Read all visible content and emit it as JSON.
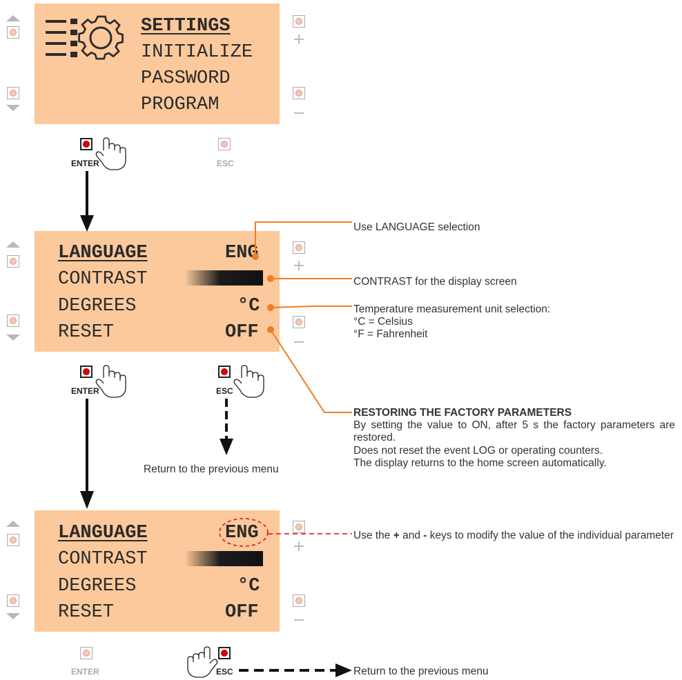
{
  "screen1": {
    "menu": [
      "SETTINGS",
      "INITIALIZE",
      "PASSWORD",
      "PROGRAM"
    ],
    "selected": "SETTINGS",
    "icon": "settings-gear-icon"
  },
  "screen2": {
    "rows": [
      {
        "label": "LANGUAGE",
        "value": "ENG"
      },
      {
        "label": "CONTRAST",
        "value": ""
      },
      {
        "label": "DEGREES",
        "value": "°C"
      },
      {
        "label": "RESET",
        "value": "OFF"
      }
    ]
  },
  "screen3": {
    "rows": [
      {
        "label": "LANGUAGE",
        "value": "ENG"
      },
      {
        "label": "CONTRAST",
        "value": ""
      },
      {
        "label": "DEGREES",
        "value": "°C"
      },
      {
        "label": "RESET",
        "value": "OFF"
      }
    ]
  },
  "keys": {
    "enter": "ENTER",
    "esc": "ESC"
  },
  "notes": {
    "language": "Use LANGUAGE selection",
    "contrast": "CONTRAST for the display screen",
    "degrees_line1": "Temperature measurement unit selection:",
    "degrees_line2": "°C = Celsius",
    "degrees_line3": "°F = Fahrenheit",
    "reset_title": "RESTORING THE FACTORY PARAMETERS",
    "reset_body1": "By setting the value to ON, after 5 s the factory parameters are restored.",
    "reset_body2": "Does not reset the event LOG or operating counters.",
    "reset_body3": "The display returns to the home screen automatically.",
    "return_prev_1": "Return to the previous menu",
    "modify_pre": "Use the ",
    "modify_plus": "+",
    "modify_mid": " and ",
    "modify_minus": "-",
    "modify_post": " keys to modify the value of the individual parameter",
    "return_prev_2": "Return to the previous menu"
  },
  "colors": {
    "lcd": "#fbc99b",
    "callout": "#ef7d22",
    "dashed_red": "#e52420",
    "active_key": "#e00000"
  }
}
